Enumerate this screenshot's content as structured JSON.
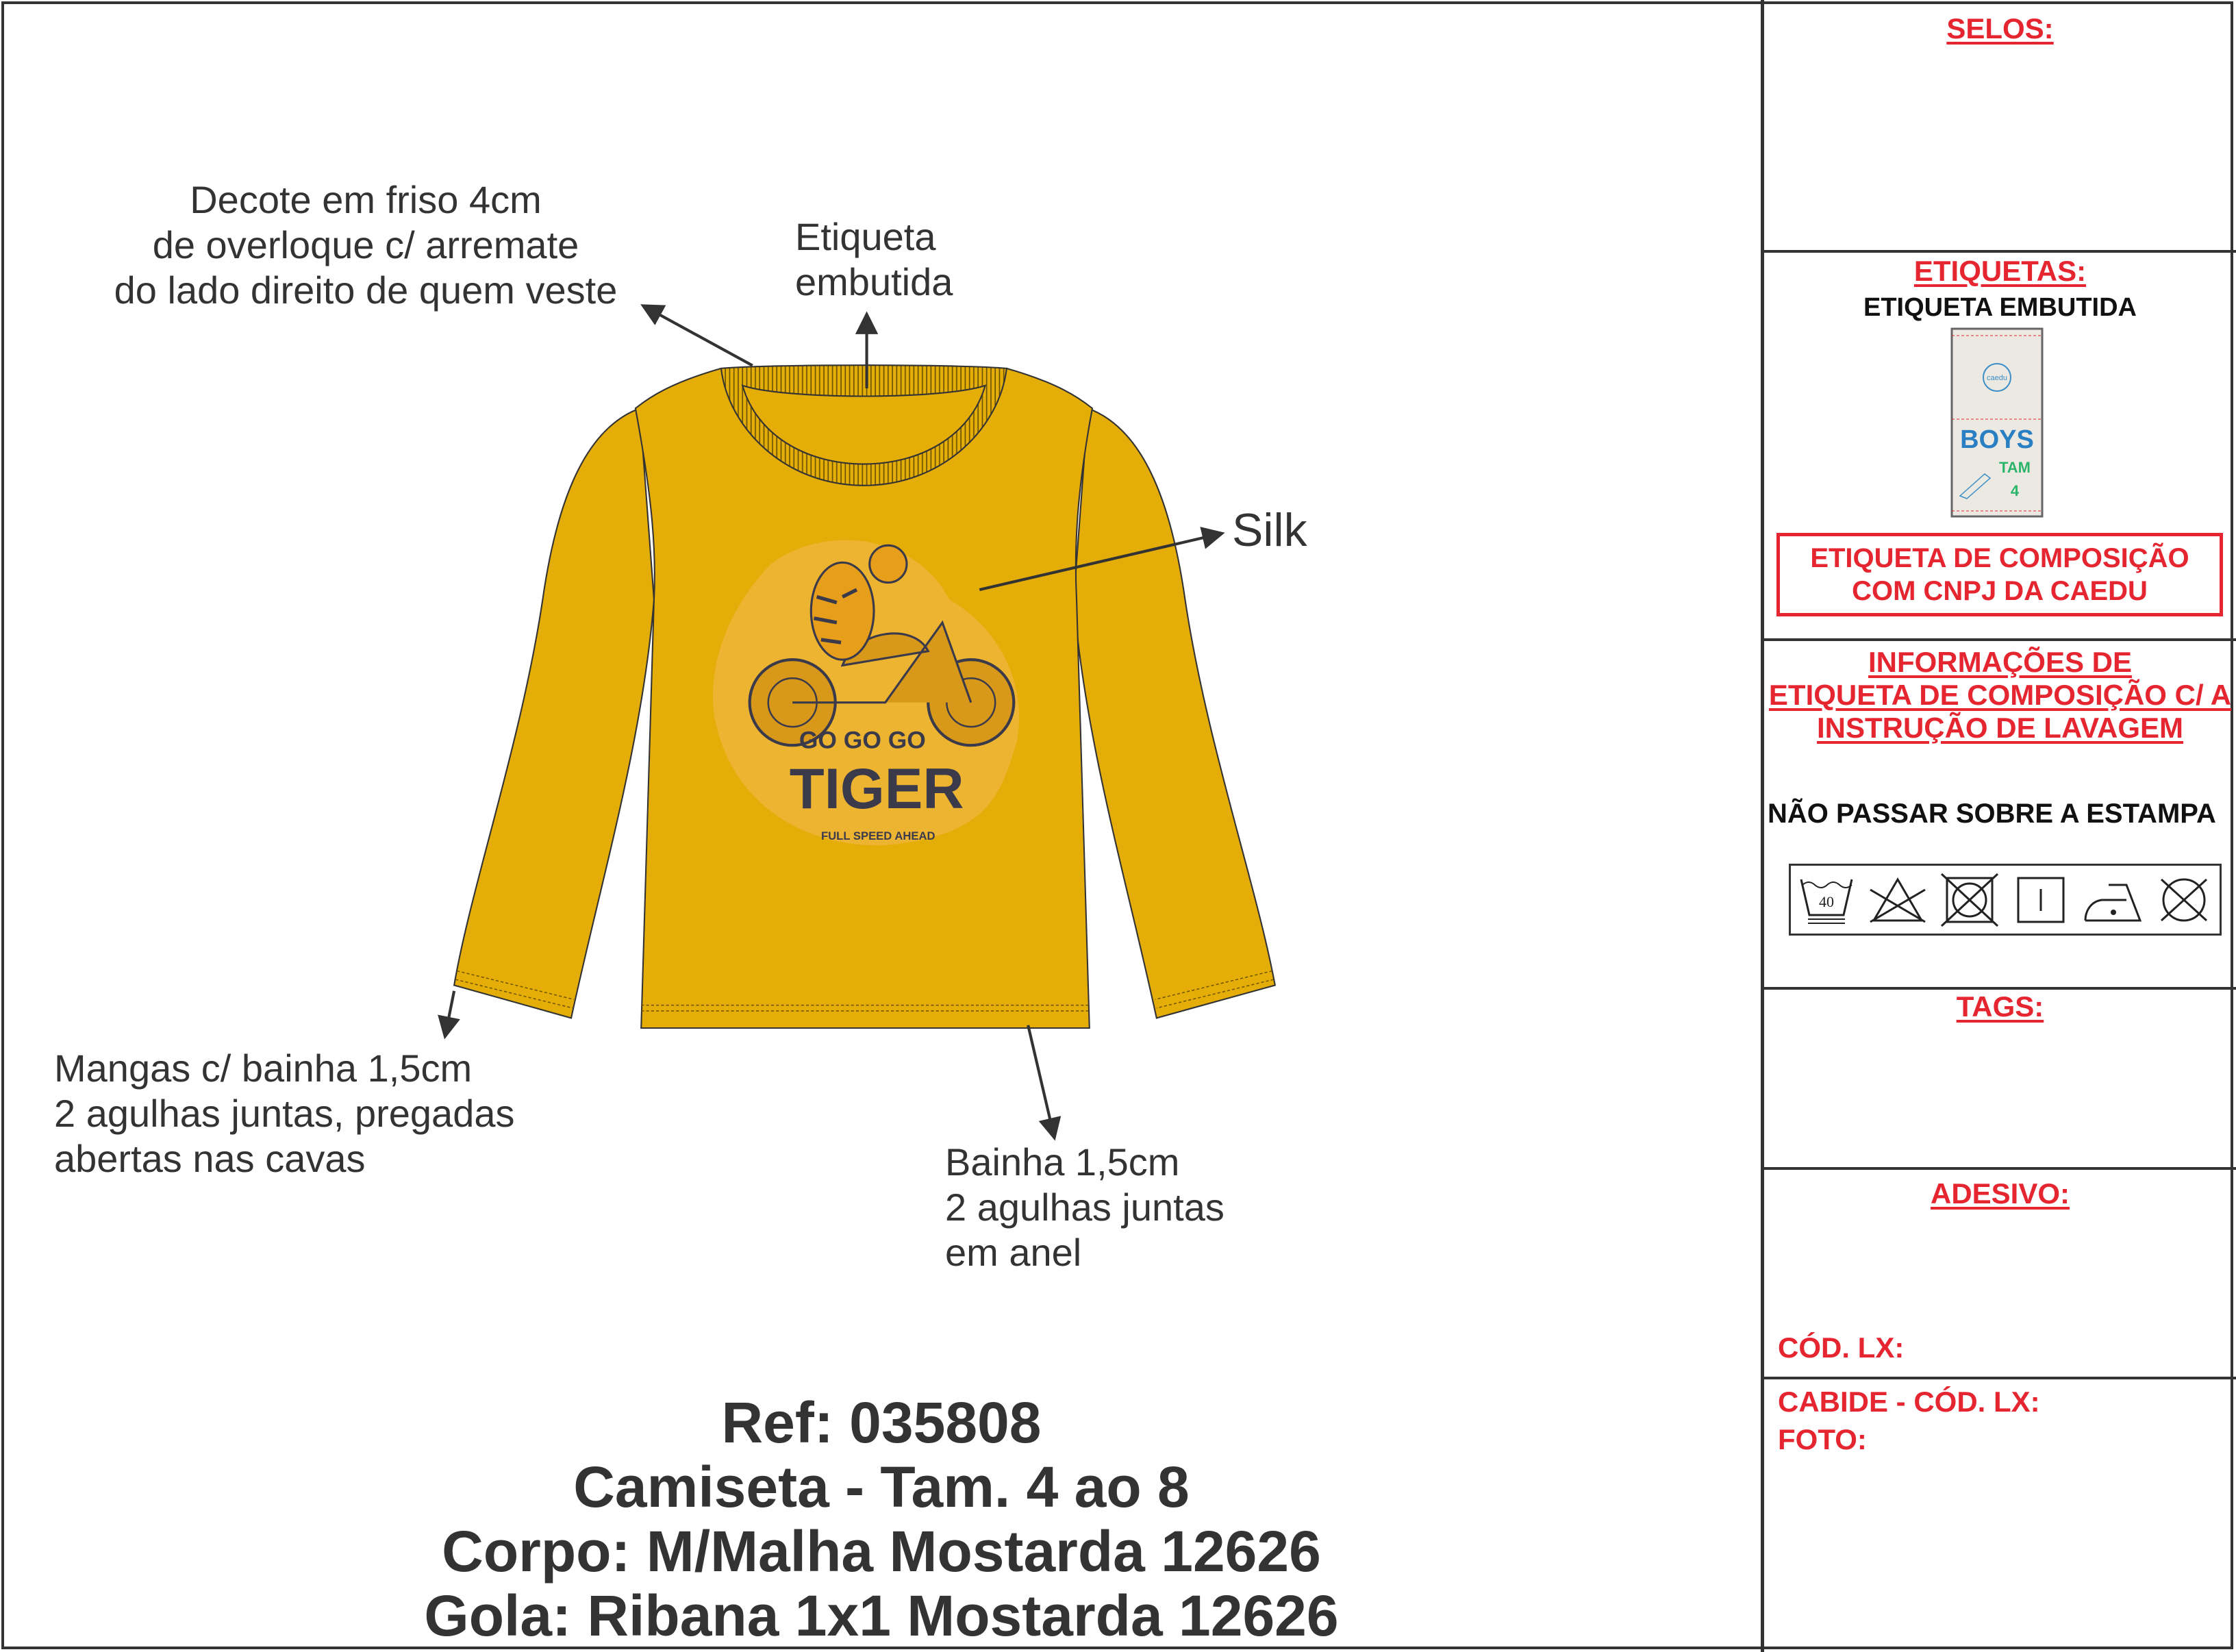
{
  "annotations": {
    "neckline": [
      "Decote em friso 4cm",
      "de overloque c/ arremate",
      "do lado direito de quem veste"
    ],
    "label": [
      "Etiqueta",
      "embutida"
    ],
    "print": "Silk",
    "sleeves": [
      "Mangas c/ bainha 1,5cm",
      "2 agulhas juntas, pregadas",
      "abertas nas cavas"
    ],
    "hem": [
      "Bainha 1,5cm",
      "2 agulhas juntas",
      "em anel"
    ]
  },
  "artwork": {
    "line1": "GO GO GO",
    "line2": "TIGER",
    "line3": "FULL SPEED AHEAD",
    "shirt_color": "#e4ad07"
  },
  "product": {
    "ref": "Ref: 035808",
    "name": "Camiseta - Tam. 4 ao 8",
    "body": "Corpo: M/Malha Mostarda 12626",
    "collar": "Gola: Ribana 1x1 Mostarda 12626"
  },
  "panel": {
    "selos": "SELOS:",
    "etiquetas": "ETIQUETAS:",
    "etiqueta_embutida": "ETIQUETA EMBUTIDA",
    "label_image": {
      "brand": "caedu",
      "line": "BOYS",
      "size_label": "TAM",
      "size": "4"
    },
    "composition_box": [
      "ETIQUETA DE COMPOSIÇÃO",
      "COM CNPJ DA CAEDU"
    ],
    "info_heading": [
      "INFORMAÇÕES DE",
      "ETIQUETA DE COMPOSIÇÃO C/ A",
      "INSTRUÇÃO DE LAVAGEM"
    ],
    "warning": "NÃO PASSAR SOBRE A ESTAMPA",
    "care_symbols": [
      "wash-40-icon",
      "no-bleach-icon",
      "no-tumble-dry-icon",
      "line-dry-icon",
      "iron-low-icon",
      "no-dry-clean-icon"
    ],
    "wash_temp": "40",
    "tags": "TAGS:",
    "adesivo": "ADESIVO:",
    "cod_lx": "CÓD. LX:",
    "cabide": "CABIDE - CÓD. LX:",
    "foto": "FOTO:"
  },
  "colors": {
    "accent_red": "#e52630",
    "ink": "#333333"
  }
}
